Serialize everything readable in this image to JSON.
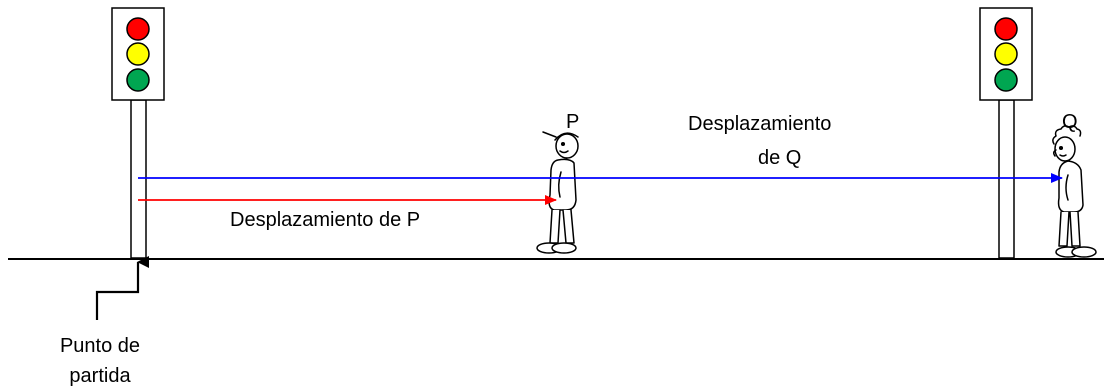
{
  "labels": {
    "person_p": "P",
    "person_q": "Q",
    "displacement_p": "Desplazamiento de P",
    "displacement_q_line1": "Desplazamiento",
    "displacement_q_line2": "de Q",
    "start_line1": "Punto de",
    "start_line2": "partida"
  },
  "colors": {
    "ground": "#000000",
    "arrow_p": "#ff0000",
    "arrow_q": "#0000ff",
    "light_red": "#ff0000",
    "light_yellow": "#ffff00",
    "light_green": "#00a651",
    "outline": "#000000",
    "background": "#ffffff"
  },
  "icons": {
    "left_traffic_light": "traffic-light-icon",
    "right_traffic_light": "traffic-light-icon",
    "person_p": "person-icon",
    "person_q": "person-curly-hair-icon",
    "start_pointer": "bent-arrow-up-icon"
  }
}
